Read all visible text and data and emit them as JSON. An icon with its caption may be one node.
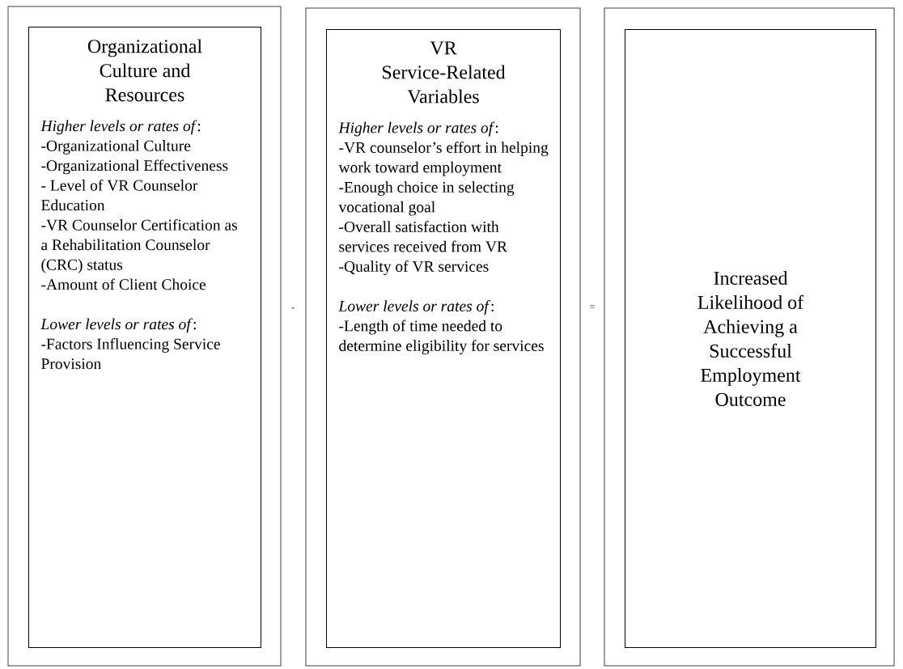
{
  "diagram": {
    "nodes": [
      {
        "text": [
          "Organizational Culture and Resources",
          "*Higher levels or rates of*:",
          "-Organizational Culture",
          "-Organizational Effectiveness",
          "- Level of VR Counselor Education",
          "-VR Counselor Certification as a Rehabilitation Counselor (CRC) status",
          "-Amount of Client Choice",
          "*Lower levels or rates of*:",
          "-Factors Influencing Service Provision"
        ]
      },
      {
        "text": [
          "VR Service-Related Variables",
          "*Higher levels or rates of*:",
          "-VR counselor’s effort in helping work toward employment",
          "-Enough choice in selecting vocational goal",
          "-Overall satisfaction with services received from VR",
          "-Quality of VR services",
          "*Lower levels or rates of*:",
          "-Length of time needed to determine eligibility for services"
        ]
      },
      {
        "text": [
          "Increased Likelihood of Achieving a Successful Employment Outcome"
        ]
      }
    ],
    "labels": [
      "-",
      "="
    ]
  }
}
